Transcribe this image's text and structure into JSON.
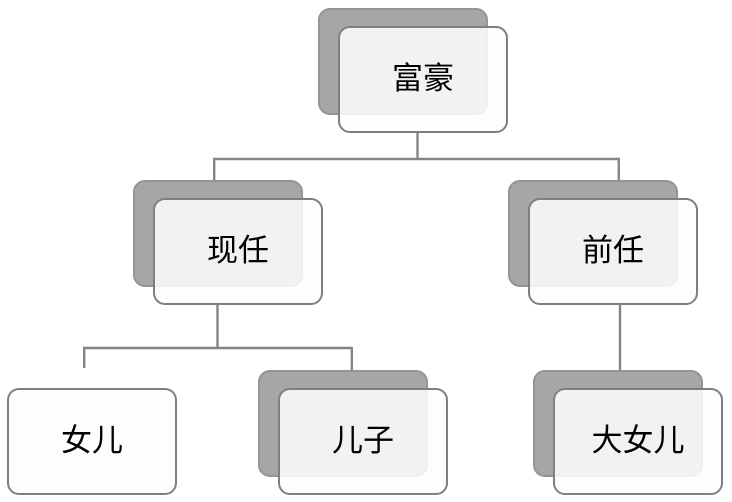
{
  "diagram": {
    "type": "org-chart",
    "background": "#ffffff",
    "colors": {
      "back_card_fill": "#a6a6a6",
      "back_card_border": "#949494",
      "front_card_fill": "#fdfdfd",
      "front_card_border": "#7f7f7f",
      "connector_line": "#858585",
      "label_text": "#000000"
    },
    "nodes": [
      {
        "id": "tycoon",
        "label": "富豪",
        "stacked": true
      },
      {
        "id": "current-wife",
        "label": "现任",
        "stacked": true
      },
      {
        "id": "ex-wife",
        "label": "前任",
        "stacked": true
      },
      {
        "id": "daughter",
        "label": "女儿",
        "stacked": false
      },
      {
        "id": "son",
        "label": "儿子",
        "stacked": true
      },
      {
        "id": "eldest-daughter",
        "label": "大女儿",
        "stacked": true
      }
    ],
    "edges": [
      {
        "from": "富豪",
        "to": "现任"
      },
      {
        "from": "富豪",
        "to": "前任"
      },
      {
        "from": "现任",
        "to": "女儿"
      },
      {
        "from": "现任",
        "to": "儿子"
      },
      {
        "from": "前任",
        "to": "大女儿"
      }
    ]
  }
}
